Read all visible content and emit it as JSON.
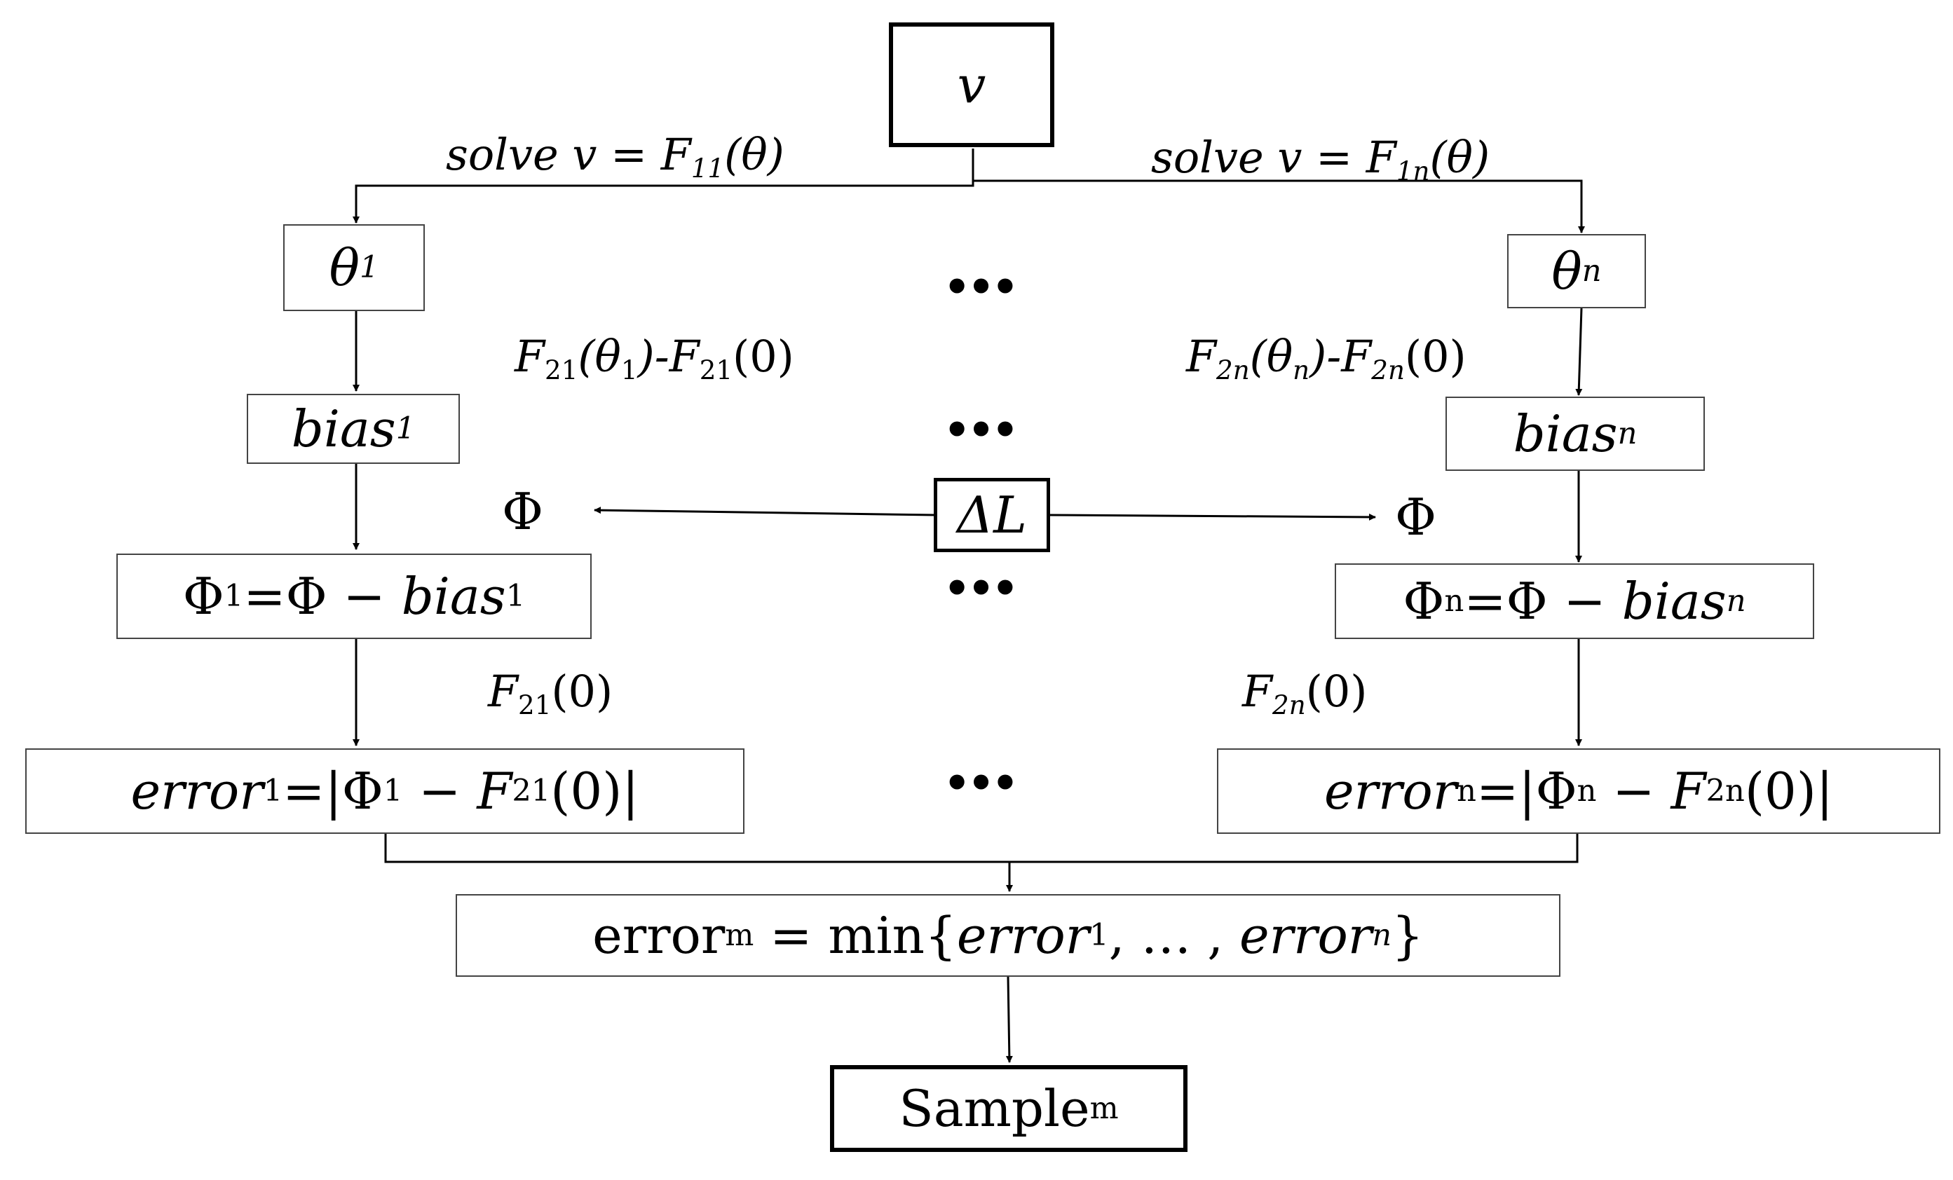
{
  "nodes": {
    "v": "v",
    "theta1": {
      "base": "θ",
      "sub": "1"
    },
    "thetan": {
      "base": "θ",
      "sub": "n"
    },
    "bias1": {
      "base": "bias",
      "sub": "1"
    },
    "biasn": {
      "base": "bias",
      "sub": "n"
    },
    "phi1": {
      "phi": "Φ",
      "sub": "1",
      "eq": "=Φ − ",
      "bias": "bias",
      "bias_sub": "1"
    },
    "phin": {
      "phi": "Φ",
      "sub": "n",
      "eq": "=Φ − ",
      "bias": "bias",
      "bias_sub": "n"
    },
    "error1": {
      "base": "error",
      "sub": "1",
      "mid": "=|Φ",
      "mid_sub": "1",
      "minus": " − ",
      "f": "F",
      "f_sub": "21",
      "tail": "(0)|"
    },
    "errorn": {
      "base": "error",
      "sub": "n",
      "mid": "=|Φ",
      "mid_sub": "n",
      "minus": " − ",
      "f": "F",
      "f_sub": "2n",
      "tail": "(0)|"
    },
    "errorm": {
      "base": "error",
      "sub": "m",
      "eq": " = min{",
      "e1": "error",
      "e1_sub": "1",
      "sep": ", … , ",
      "en": "error",
      "en_sub": "n",
      "close": "}"
    },
    "delta_l": "ΔL",
    "sample": {
      "base": "Sample",
      "sub": "m"
    }
  },
  "edge_labels": {
    "solve_left": {
      "pre": "solve v = F",
      "sub": "11",
      "post": "(θ)"
    },
    "solve_right": {
      "pre": "solve v = F",
      "sub": "1n",
      "post": "(θ)"
    },
    "f21_diff": {
      "a": "F",
      "a_sub": "21",
      "b": "(θ",
      "b_sub": "1",
      "c": ")-F",
      "c_sub": "21",
      "d": "(0)"
    },
    "f2n_diff": {
      "a": "F",
      "a_sub": "2n",
      "b": "(θ",
      "b_sub": "n",
      "c": ")-F",
      "c_sub": "2n",
      "d": "(0)"
    },
    "f21_zero": {
      "a": "F",
      "a_sub": "21",
      "b": "(0)"
    },
    "f2n_zero": {
      "a": "F",
      "a_sub": "2n",
      "b": "(0)"
    },
    "phi_left": "Φ",
    "phi_right": "Φ"
  },
  "ellipsis": "•••"
}
